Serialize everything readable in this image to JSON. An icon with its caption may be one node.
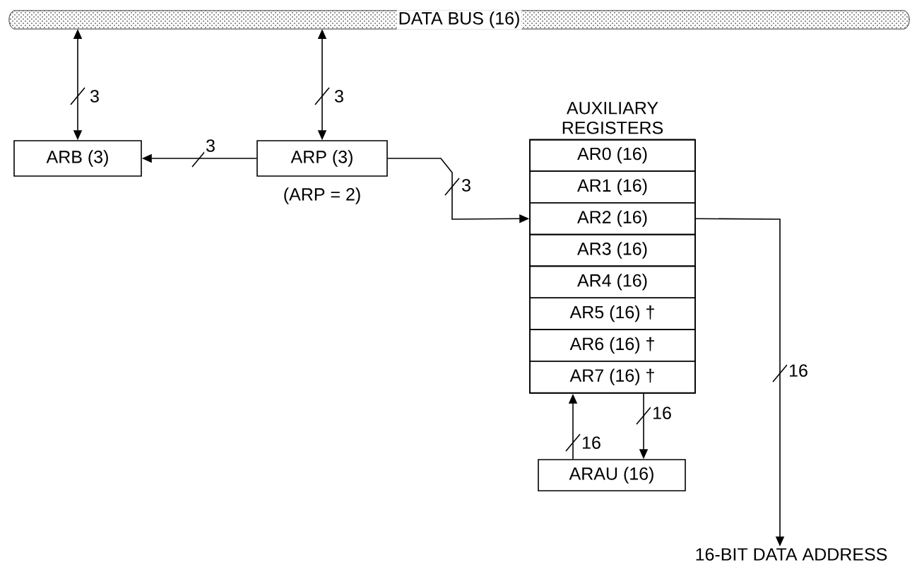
{
  "diagram": {
    "nodes": [
      {
        "text": [
          "DATA BUS (16)"
        ]
      },
      {
        "text": [
          "ARB (3)"
        ]
      },
      {
        "text": [
          "ARP (3)"
        ],
        "beside": [
          "(ARP = 2)"
        ]
      },
      {
        "text": [
          "AUXILIARY REGISTERS"
        ]
      },
      {
        "text": [
          "AR0 (16)"
        ],
        "in": 3
      },
      {
        "text": [
          "AR1 (16)"
        ],
        "in": 3
      },
      {
        "text": [
          "AR2 (16)"
        ],
        "in": 3
      },
      {
        "text": [
          "AR3 (16)"
        ],
        "in": 3
      },
      {
        "text": [
          "AR4 (16)"
        ],
        "in": 3
      },
      {
        "text": [
          "AR5 (16) †"
        ],
        "in": 3
      },
      {
        "text": [
          "AR6 (16) †"
        ],
        "in": 3
      },
      {
        "text": [
          "AR7 (16) †"
        ],
        "in": 3
      },
      {
        "text": [
          "ARAU (16)"
        ]
      },
      {
        "text": [
          "16-BIT DATA ADDRESS"
        ]
      }
    ],
    "edges": [
      {
        "from": 0,
        "to": 1,
        "arrow": "both",
        "label": "3"
      },
      {
        "from": 0,
        "to": 2,
        "arrow": "both",
        "label": "3"
      },
      {
        "from": 2,
        "to": 1,
        "arrow": "to",
        "label": "3"
      },
      {
        "from": 2,
        "to": 6,
        "arrow": "to",
        "label": "3"
      },
      {
        "from": 12,
        "to": 3,
        "arrow": "to",
        "label": "16"
      },
      {
        "from": 3,
        "to": 12,
        "arrow": "to",
        "label": "16"
      },
      {
        "from": 6,
        "to": 13,
        "arrow": "to",
        "label": "16"
      }
    ]
  }
}
